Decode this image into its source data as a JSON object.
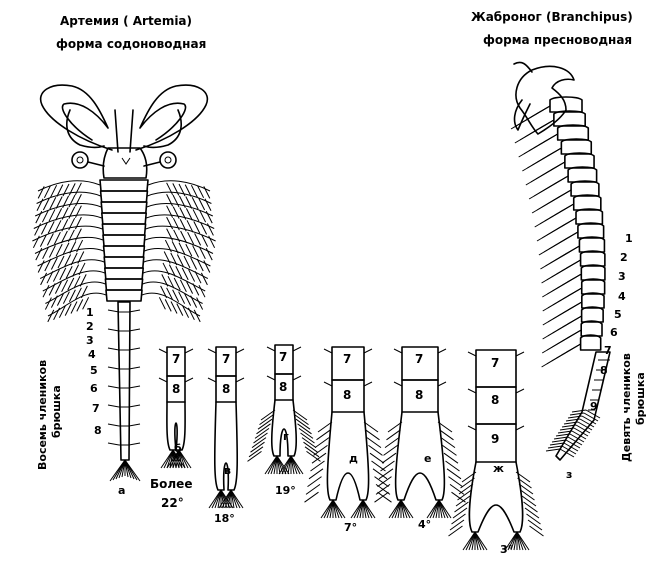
{
  "left_title_1": "Артемия ( Artemia)",
  "left_title_2": "форма содоноводная",
  "right_title_1": "Жаброног (Branchipus)",
  "right_title_2": "форма пресноводная",
  "left_side_label_1": "Восемь члеников",
  "left_side_label_2": "брюшка",
  "right_side_label_1": "Девять члеников",
  "right_side_label_2": "брюшка",
  "artemia_segments": [
    "1",
    "2",
    "3",
    "4",
    "5",
    "6",
    "7",
    "8"
  ],
  "branchipus_segments": [
    "1",
    "2",
    "3",
    "4",
    "5",
    "6",
    "7",
    "8",
    "9"
  ],
  "letter_a": "а",
  "letter_z": "з",
  "forms": [
    {
      "letter": "б",
      "segs": [
        "7",
        "8"
      ],
      "temp": "Более",
      "temp2": "22°"
    },
    {
      "letter": "в",
      "segs": [
        "7",
        "8"
      ],
      "temp": "18°"
    },
    {
      "letter": "г",
      "segs": [
        "7",
        "8"
      ],
      "temp": "19°"
    },
    {
      "letter": "д",
      "segs": [
        "7",
        "8"
      ],
      "temp": "7°"
    },
    {
      "letter": "е",
      "segs": [
        "7",
        "8"
      ],
      "temp": "4°"
    },
    {
      "letter": "ж",
      "segs": [
        "7",
        "8",
        "9"
      ],
      "temp": "3°"
    }
  ]
}
